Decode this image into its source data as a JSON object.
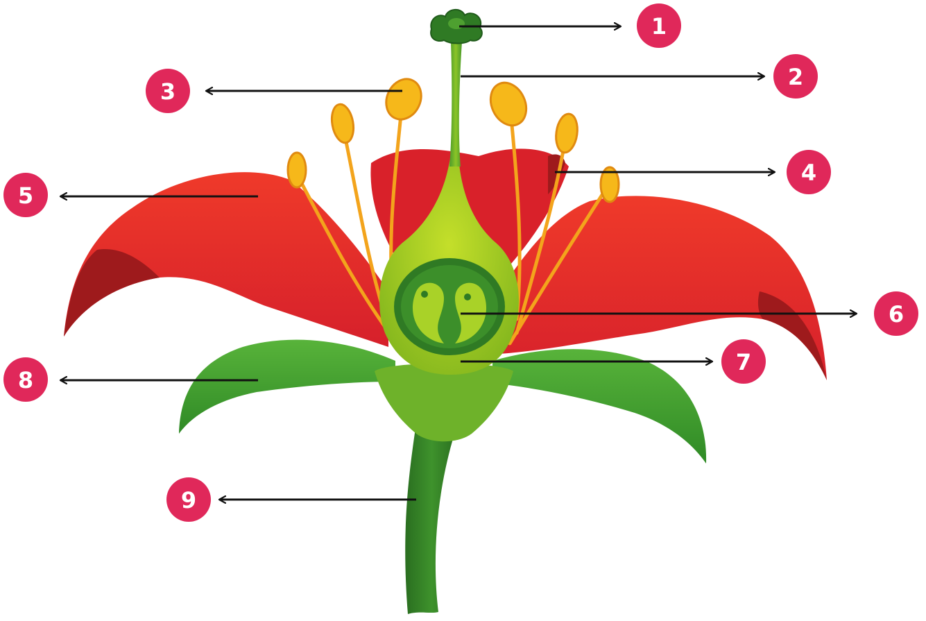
{
  "colors": {
    "badge": "#e0285a",
    "badge_text": "#ffffff",
    "arrow": "#111111",
    "petal": "#e8282a",
    "petal_dark": "#9e1a1c",
    "sepal": "#3fa02e",
    "sepal_dark": "#1f6a1e",
    "stem": "#2f7e24",
    "ovary": "#a6cc1c",
    "anther": "#f6b81a",
    "filament": "#f3a41c"
  },
  "labels": [
    {
      "number": "1",
      "part": "stigma"
    },
    {
      "number": "2",
      "part": "style"
    },
    {
      "number": "3",
      "part": "anther"
    },
    {
      "number": "4",
      "part": "filament"
    },
    {
      "number": "5",
      "part": "petal"
    },
    {
      "number": "6",
      "part": "ovule"
    },
    {
      "number": "7",
      "part": "receptacle"
    },
    {
      "number": "8",
      "part": "sepal"
    },
    {
      "number": "9",
      "part": "stem"
    }
  ]
}
